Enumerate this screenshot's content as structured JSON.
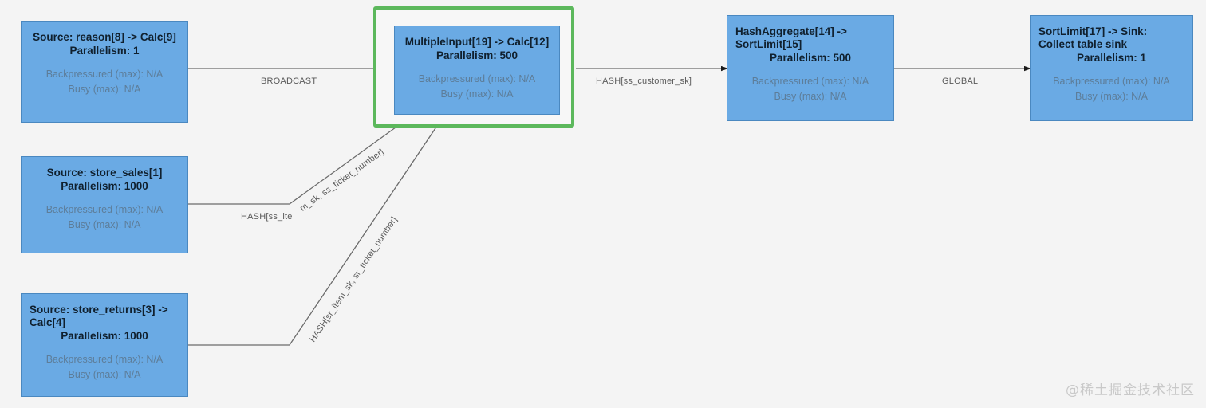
{
  "graph": {
    "background_color": "#f4f4f4",
    "node_fill": "#6aaae4",
    "node_border": "#4a88c0",
    "highlight_color": "#5cb85c",
    "edge_color": "#6b6b6b",
    "metric_text_color": "#5d7d99"
  },
  "nodes": [
    {
      "id": "source-reason",
      "title": "Source: reason[8] -> Calc[9]",
      "title_align": "center",
      "parallelism": "Parallelism: 1",
      "backpressured": "Backpressured (max): N/A",
      "busy": "Busy (max): N/A",
      "highlighted": false
    },
    {
      "id": "source-store-sales",
      "title": "Source: store_sales[1]",
      "title_align": "center",
      "parallelism": "Parallelism: 1000",
      "backpressured": "Backpressured (max): N/A",
      "busy": "Busy (max): N/A",
      "highlighted": false
    },
    {
      "id": "source-store-returns",
      "title": "Source: store_returns[3] -> Calc[4]",
      "title_align": "left",
      "parallelism": "Parallelism: 1000",
      "backpressured": "Backpressured (max): N/A",
      "busy": "Busy (max): N/A",
      "highlighted": false
    },
    {
      "id": "multiple-input-calc",
      "title": "MultipleInput[19] -> Calc[12]",
      "title_align": "center",
      "parallelism": "Parallelism: 500",
      "backpressured": "Backpressured (max): N/A",
      "busy": "Busy (max): N/A",
      "highlighted": true
    },
    {
      "id": "hash-aggregate-sortlimit",
      "title": "HashAggregate[14] -> SortLimit[15]",
      "title_align": "left",
      "parallelism": "Parallelism: 500",
      "backpressured": "Backpressured (max): N/A",
      "busy": "Busy (max): N/A",
      "highlighted": false
    },
    {
      "id": "sortlimit-sink",
      "title": "SortLimit[17] -> Sink: Collect table sink",
      "title_align": "left",
      "parallelism": "Parallelism: 1",
      "backpressured": "Backpressured (max): N/A",
      "busy": "Busy (max): N/A",
      "highlighted": false
    }
  ],
  "edges": [
    {
      "id": "edge-broadcast",
      "label": "BROADCAST"
    },
    {
      "id": "edge-hash-customer",
      "label": "HASH[ss_customer_sk]"
    },
    {
      "id": "edge-global",
      "label": "GLOBAL"
    },
    {
      "id": "edge-hash-ss-a",
      "label": "HASH[ss_ite"
    },
    {
      "id": "edge-hash-ss-b",
      "label": "m_sk, ss_ticket_number]"
    },
    {
      "id": "edge-hash-sr",
      "label": "HASH[sr_item_sk, sr_ticket_number]"
    }
  ],
  "watermark": {
    "text": "@稀土掘金技术社区"
  }
}
